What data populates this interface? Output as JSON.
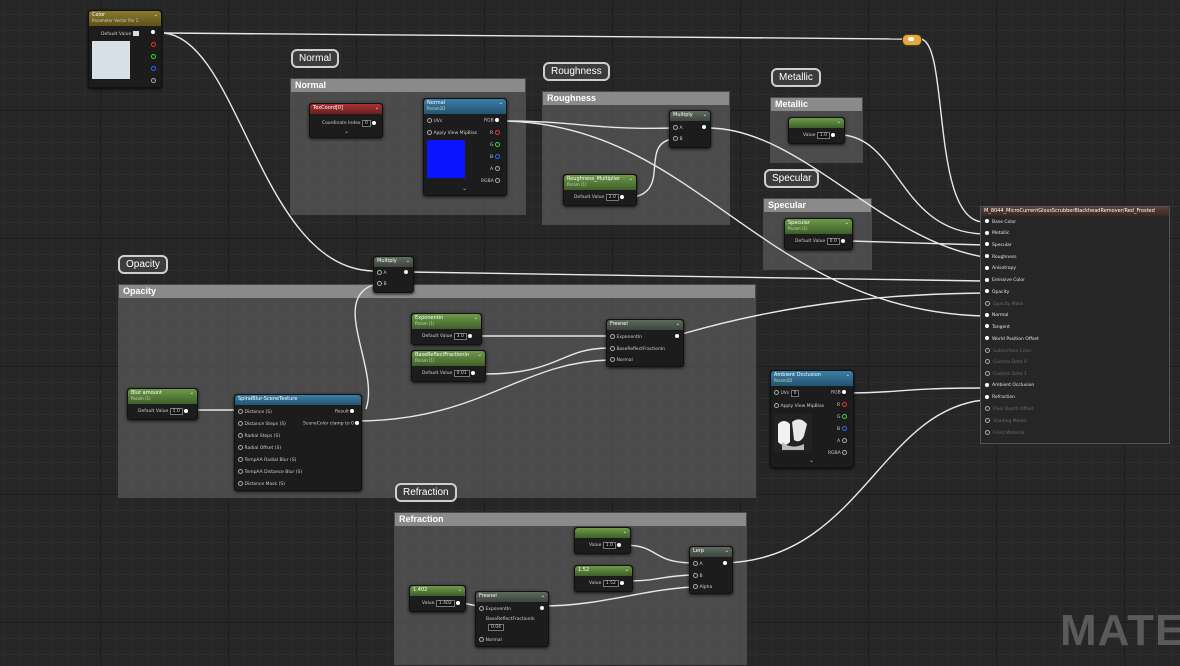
{
  "comments": {
    "normal": "Normal",
    "roughness": "Roughness",
    "metallic": "Metallic",
    "specular": "Specular",
    "opacity": "Opacity",
    "refraction": "Refraction"
  },
  "nodes": {
    "color": {
      "title": "Color",
      "subtitle": "Parameter Vector Par 1",
      "default_label": "Default Value"
    },
    "texcoord": {
      "title": "TexCoord[0]",
      "coord_label": "Coordinate Index",
      "coord_value": "0"
    },
    "normal_tex": {
      "title": "Normal",
      "subtitle": "Param2D",
      "pins_in": [
        "UVs",
        "Apply View MipBias"
      ],
      "pins_out": [
        "RGB",
        "R",
        "G",
        "B",
        "A",
        "RGBA"
      ],
      "swatch_color": "#0a14ff"
    },
    "rough_multiply": {
      "title": "Multiply",
      "pins": [
        "A",
        "B"
      ]
    },
    "rough_multiplier": {
      "title": "Roughness_Multiplier",
      "subtitle": "Param (1)",
      "default_label": "Default Value",
      "value": "2.0"
    },
    "metallic_const": {
      "value_label": "Value",
      "value": "1.0"
    },
    "specular_param": {
      "title": "Specular",
      "subtitle": "Param (1)",
      "default_label": "Default Value",
      "value": "0.0"
    },
    "opacity_multiply": {
      "title": "Multiply",
      "pins": [
        "A",
        "B"
      ]
    },
    "exponentin": {
      "title": "Exponentin",
      "subtitle": "Param (1)",
      "default_label": "Default Value",
      "value": "3.0"
    },
    "basereflect": {
      "title": "BaseReflectFractionIn",
      "subtitle": "Param (1)",
      "default_label": "Default Value",
      "value": "0.01"
    },
    "fresnel_top": {
      "title": "Fresnel",
      "pins": [
        "ExponentIn",
        "BaseReflectFractionIn",
        "Normal"
      ]
    },
    "blur_amount": {
      "title": "Blur amount",
      "subtitle": "Param (1)",
      "default_label": "Default Value",
      "value": "5.0"
    },
    "spiral_blur": {
      "title": "SpiralBlur-SceneTexture",
      "pins_in": [
        "Distance (S)",
        "Distance Steps (S)",
        "Radial Steps (S)",
        "Radial Offset (S)",
        "TempAA Radial Blur (S)",
        "TempAA Distance Blur (S)",
        "Distance Mask (S)"
      ],
      "pins_out": [
        "Result",
        "SceneColor clamp to 0"
      ]
    },
    "ambient_occlusion": {
      "title": "Ambient Occlusion",
      "subtitle": "Param2D",
      "pins_in": [
        "UVs",
        "Apply View MipBias"
      ],
      "uvs_value": "0",
      "pins_out": [
        "RGB",
        "R",
        "G",
        "B",
        "A",
        "RGBA"
      ]
    },
    "refr_const1": {
      "value_label": "Value",
      "value": "1.0"
    },
    "refr_const2": {
      "title": "1.52",
      "value_label": "Value",
      "value": "1.52"
    },
    "refr_const3": {
      "title": "1.402",
      "value_label": "Value",
      "value": "1.402"
    },
    "refr_fresnel": {
      "title": "Fresnel",
      "pins": [
        "ExponentIn",
        "BaseReflectFractionIn",
        "Normal"
      ],
      "base_value": "0.04"
    },
    "lerp": {
      "title": "Lerp",
      "pins": [
        "A",
        "B",
        "Alpha"
      ]
    }
  },
  "result_node": {
    "title": "M_8044_MicroCurrentGlossScrubberBlackheadRemover/Red_Frosted",
    "inputs": [
      {
        "label": "Base Color",
        "active": true
      },
      {
        "label": "Metallic",
        "active": true
      },
      {
        "label": "Specular",
        "active": true
      },
      {
        "label": "Roughness",
        "active": true
      },
      {
        "label": "Anisotropy",
        "active": true
      },
      {
        "label": "Emissive Color",
        "active": true
      },
      {
        "label": "Opacity",
        "active": true
      },
      {
        "label": "Opacity Mask",
        "active": false
      },
      {
        "label": "Normal",
        "active": true
      },
      {
        "label": "Tangent",
        "active": true
      },
      {
        "label": "World Position Offset",
        "active": true
      },
      {
        "label": "Subsurface Color",
        "active": false
      },
      {
        "label": "Custom Data 0",
        "active": false
      },
      {
        "label": "Custom Data 1",
        "active": false
      },
      {
        "label": "Ambient Occlusion",
        "active": true
      },
      {
        "label": "Refraction",
        "active": true
      },
      {
        "label": "Pixel Depth Offset",
        "active": false
      },
      {
        "label": "Shading Model",
        "active": false
      },
      {
        "label": "Front Material",
        "active": false
      }
    ]
  },
  "watermark": "MATER"
}
